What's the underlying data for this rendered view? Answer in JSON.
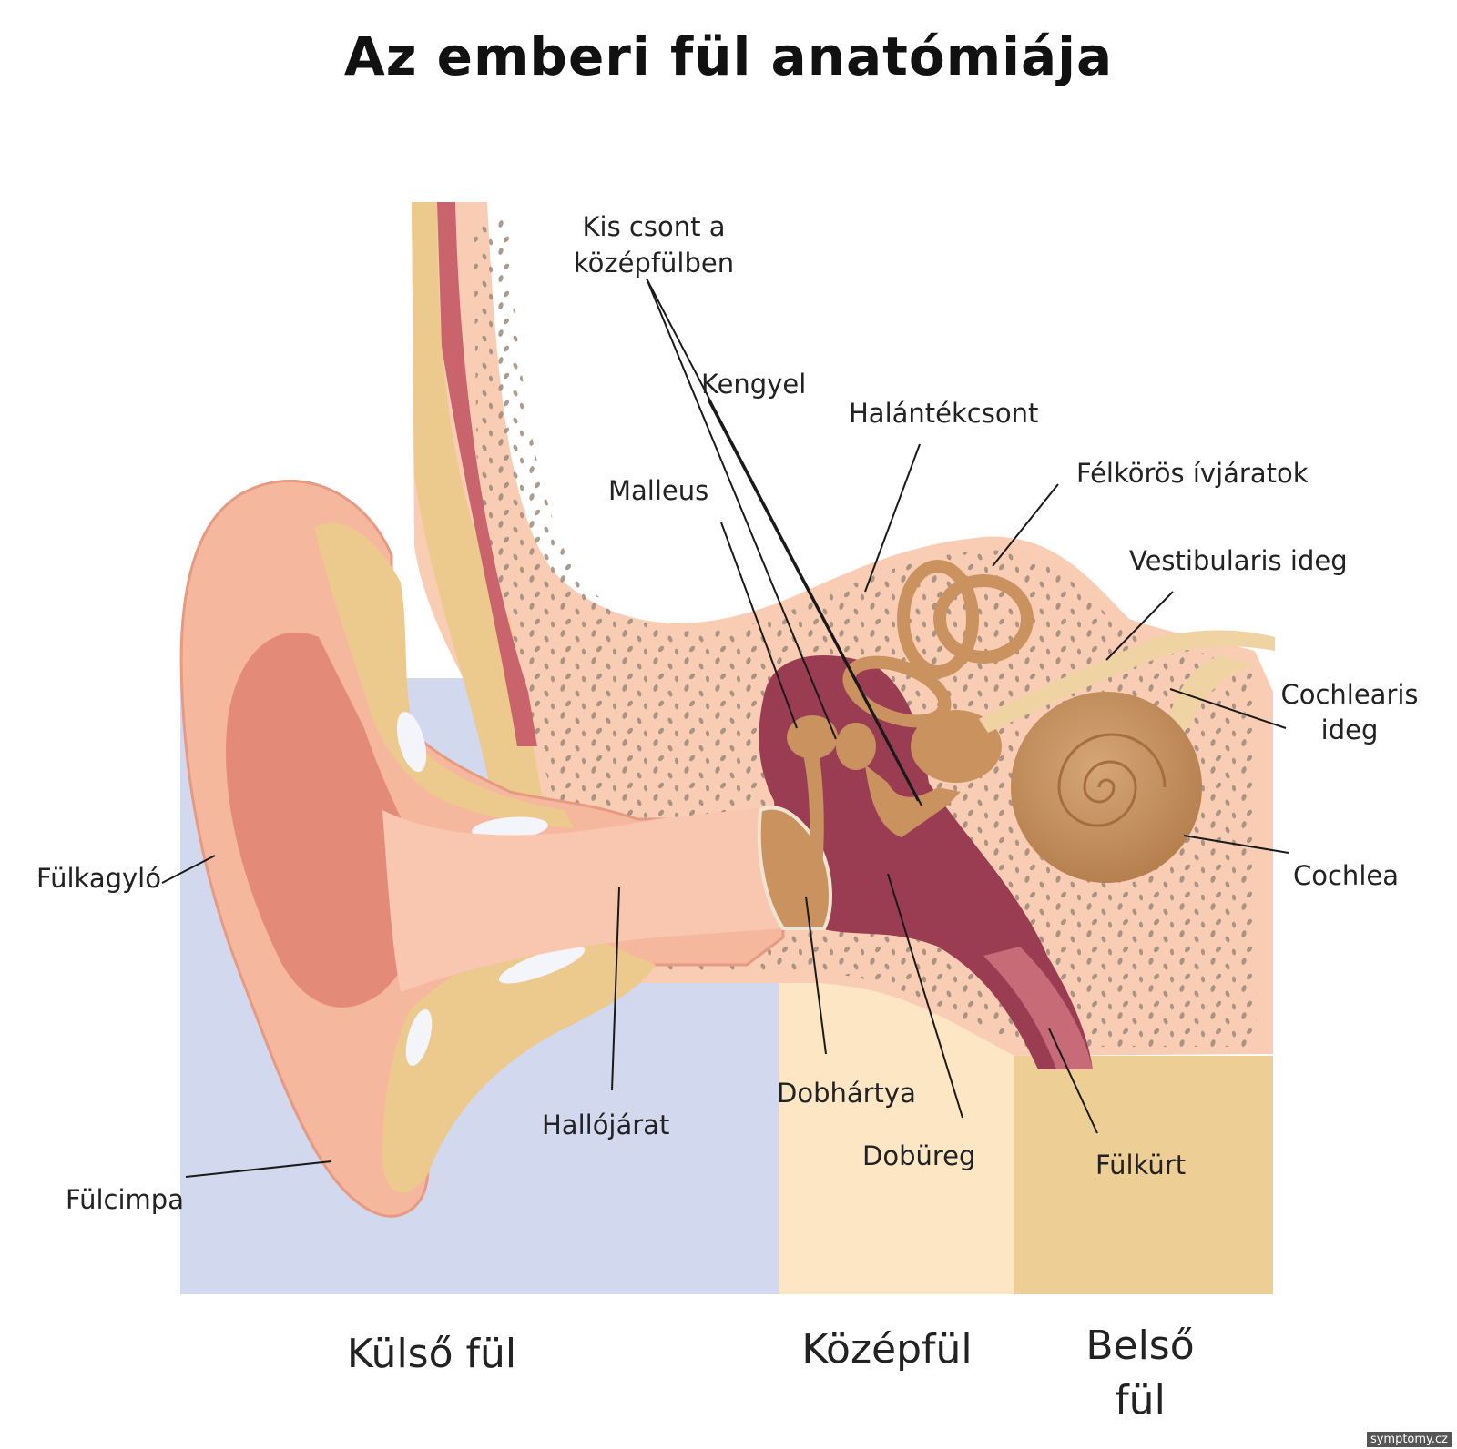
{
  "title": "Az emberi fül anatómiája",
  "labels": {
    "kis_csont": [
      "Kis csont a",
      "középfülben"
    ],
    "kengyel": "Kengyel",
    "halantekcsont": "Halántékcsont",
    "felkoros": "Félkörös ívjáratok",
    "malleus": "Malleus",
    "vestibularis": "Vestibularis ideg",
    "cochlearis": [
      "Cochlearis",
      "ideg"
    ],
    "cochlea": "Cochlea",
    "fulkagylo": "Fülkagyló",
    "fulcimpa": "Fülcimpa",
    "hallojarat": "Hallójárat",
    "dobhartya": "Dobhártya",
    "dobureg": "Dobüreg",
    "fulkurt": "Fülkürt"
  },
  "regions": {
    "kulso": "Külső fül",
    "kozep": "Középfül",
    "belso": [
      "Belső",
      "fül"
    ]
  },
  "colors": {
    "outer_bg": "#d2d9ee",
    "middle_bg": "#fde6c4",
    "inner_bg": "#edcf96",
    "bone": "#f9cdb4",
    "skin": "#f2a98c",
    "cartilage": "#ecc98c",
    "cavity": "#9a3d52",
    "ossicle": "#c9925e"
  },
  "credit": "symptomy.cz"
}
